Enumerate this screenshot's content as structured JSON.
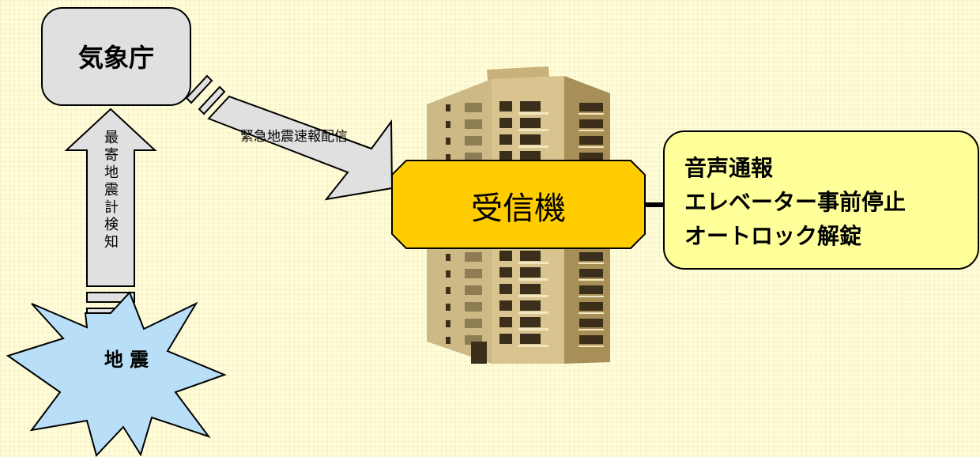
{
  "nodes": {
    "jma": {
      "label": "気象庁",
      "fill": "#e0e0e0"
    },
    "earthquake": {
      "label": "地 震",
      "fill": "#b8def8"
    },
    "receiver": {
      "label": "受信機",
      "fill": "#ffcc00"
    },
    "actions": {
      "fill": "#ffff99",
      "lines": [
        "音声通報",
        "エレベーター事前停止",
        "オートロック解錠"
      ]
    }
  },
  "edges": {
    "detection": {
      "label": "最寄地震計検知",
      "chars": [
        "最",
        "寄",
        "地",
        "震",
        "計",
        "検",
        "知"
      ]
    },
    "broadcast": {
      "label": "緊急地震速報配信"
    }
  },
  "icons": {
    "building": "apartment-building-icon"
  },
  "colors": {
    "background": "#fffdd8",
    "arrow_fill": "#e0e0e0",
    "stroke": "#000000",
    "building_body": "#d9c48f",
    "building_shadow": "#a88f58"
  }
}
